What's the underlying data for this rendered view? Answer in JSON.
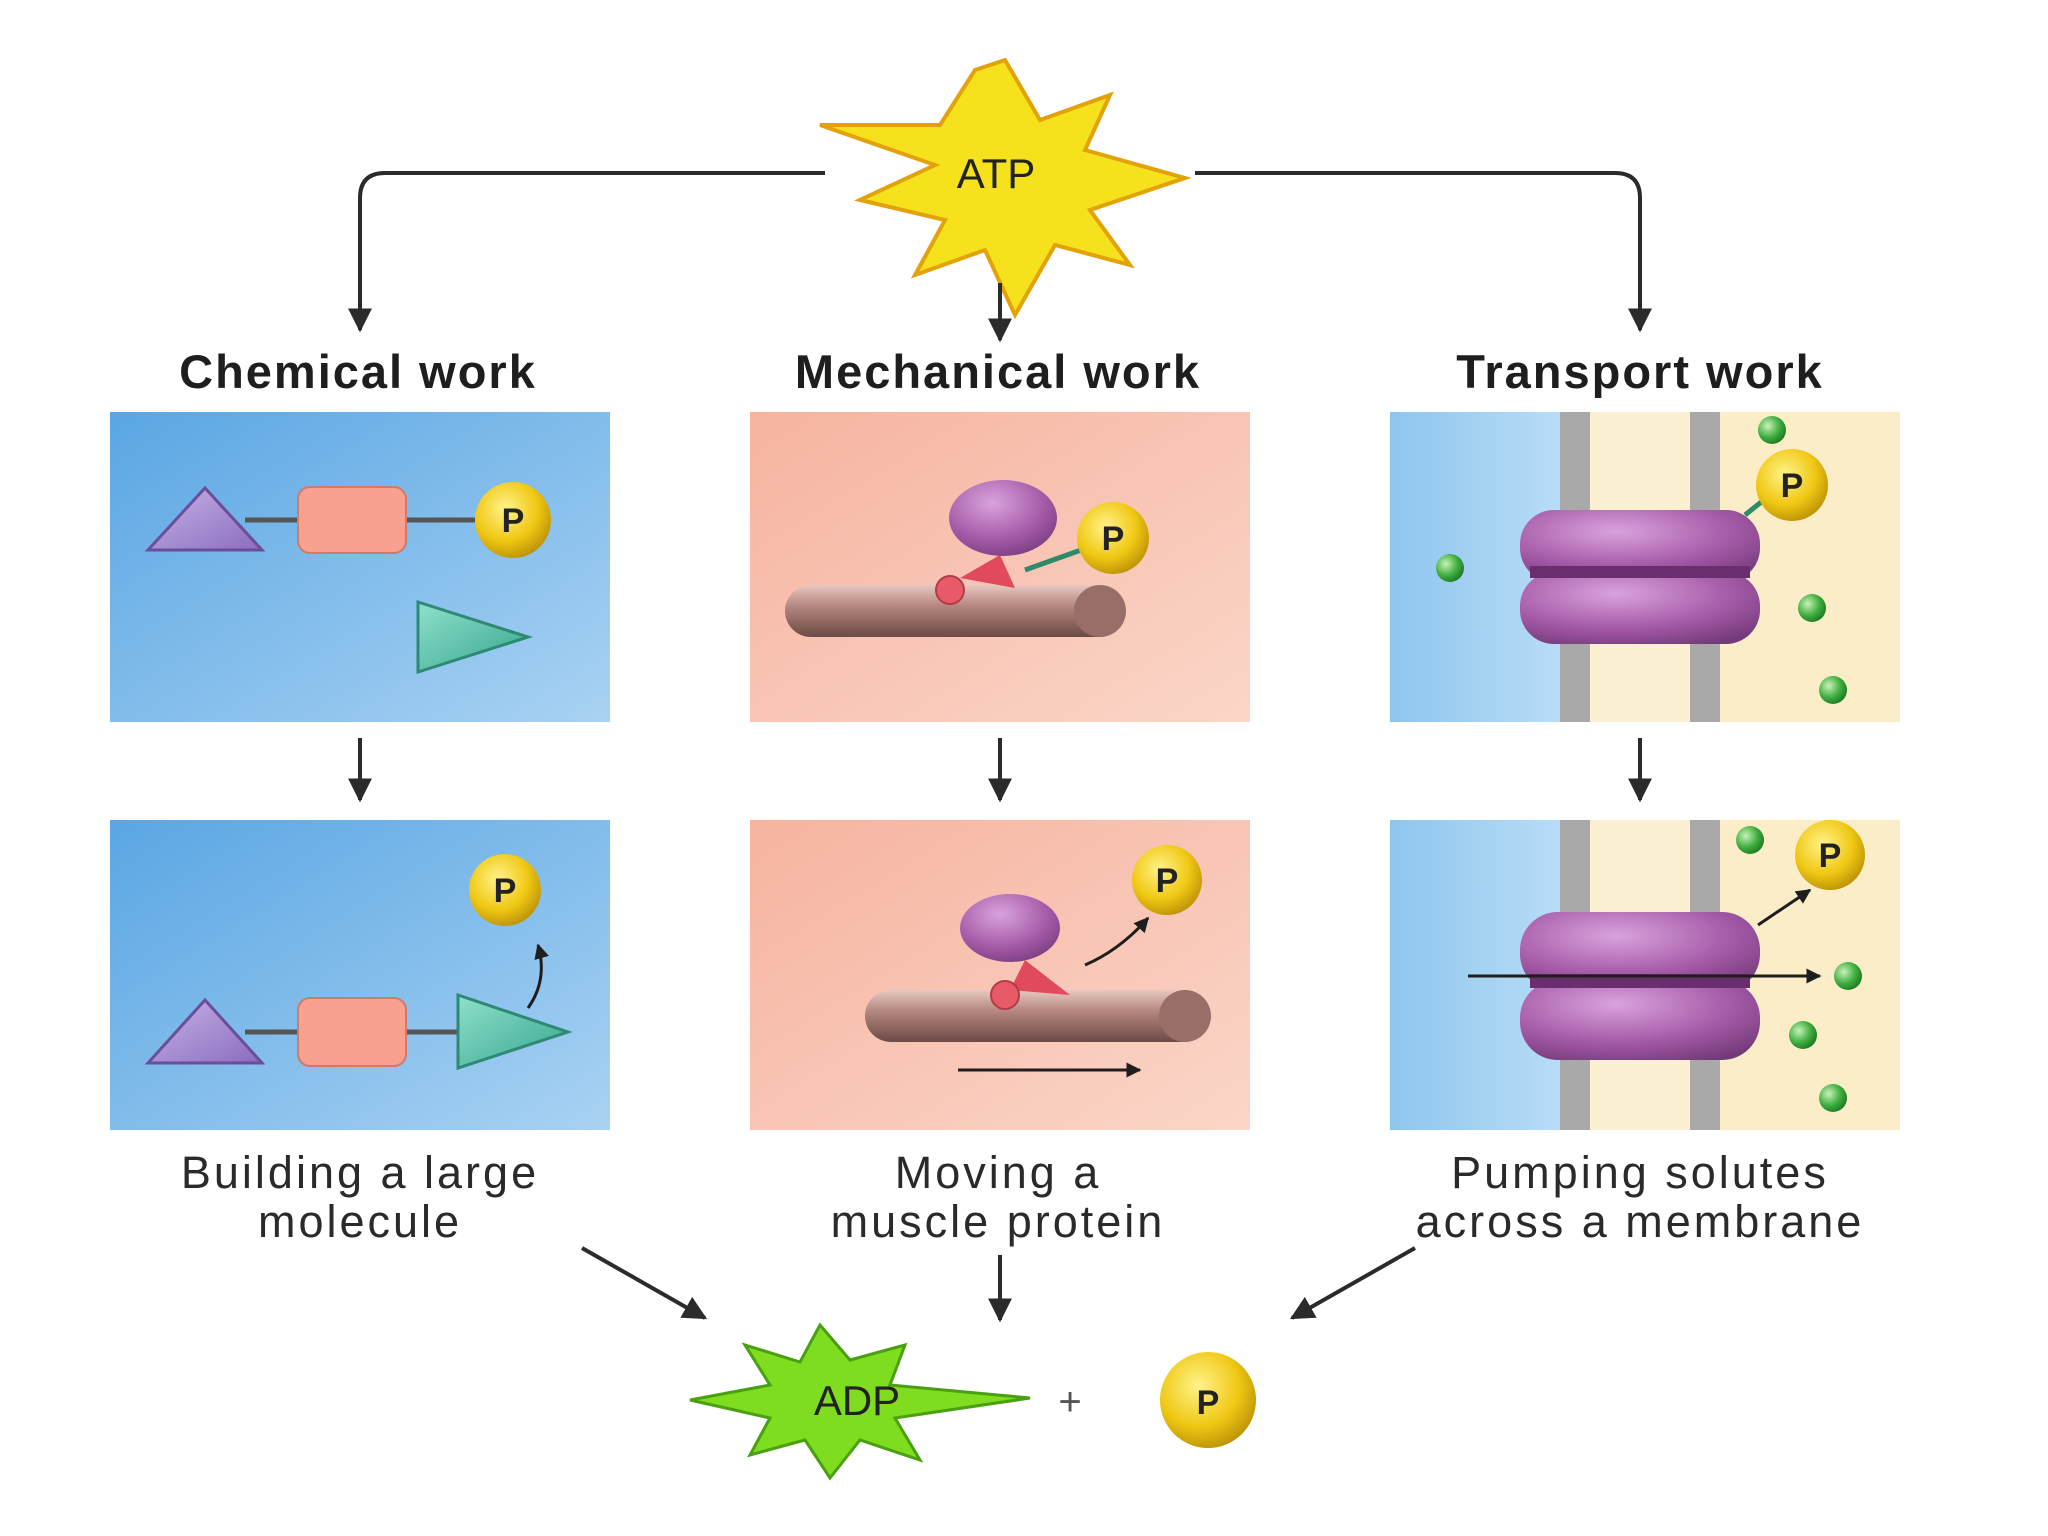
{
  "top": {
    "source_label": "ATP"
  },
  "columns": [
    {
      "title": "Chemical work",
      "caption_line1": "Building a large",
      "caption_line2": "molecule"
    },
    {
      "title": "Mechanical work",
      "caption_line1": "Moving a",
      "caption_line2": "muscle protein"
    },
    {
      "title": "Transport work",
      "caption_line1": "Pumping solutes",
      "caption_line2": "across a membrane"
    }
  ],
  "phosphate_label": "P",
  "bottom": {
    "product_label": "ADP",
    "plus": "+",
    "phosphate_label": "P"
  },
  "colors": {
    "atp_star": "#f5e11c",
    "adp_star": "#7fdc1e",
    "chemical_panel": "#6fb4e6",
    "mechanical_panel": "#f8c0ad",
    "transport_membrane": "#fbedc8",
    "phosphate": "#f0c814",
    "protein": "#a55aa8",
    "solute": "#3fae3f"
  }
}
